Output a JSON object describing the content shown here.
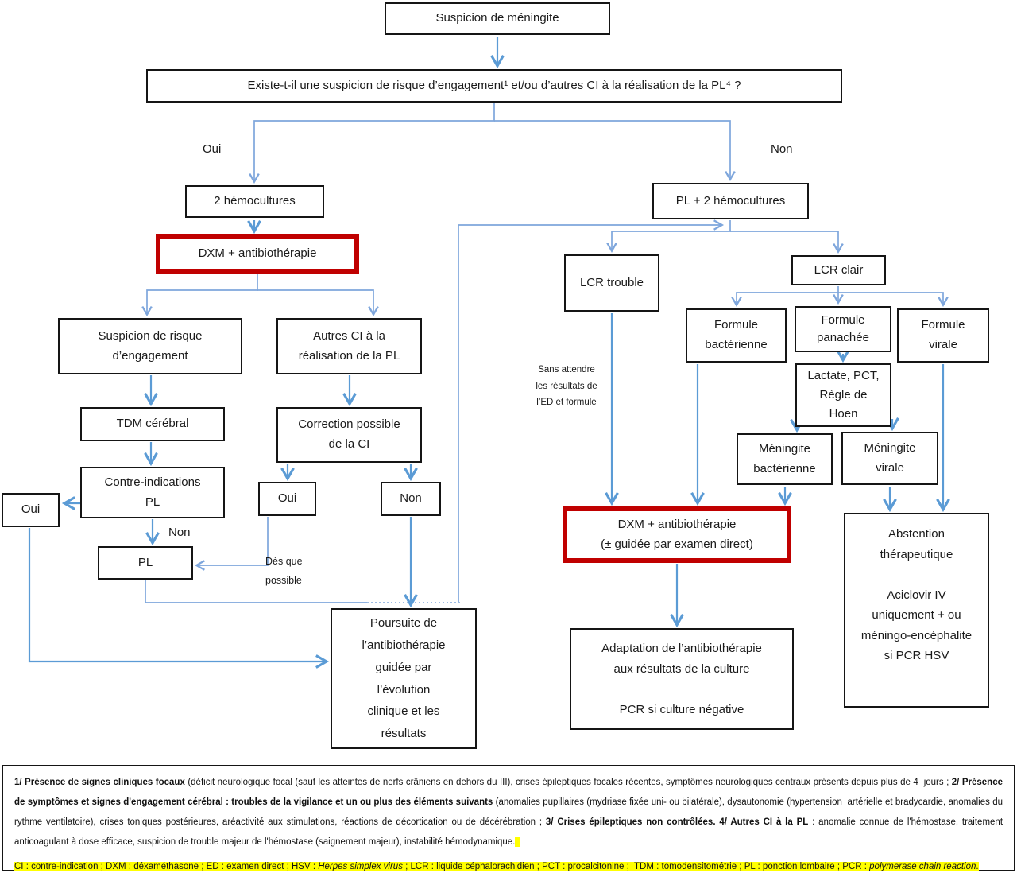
{
  "colors": {
    "arrow": "#5B9BD5",
    "arrow_light": "#7EA6DC",
    "alert_border": "#C00000",
    "box_border": "#151515",
    "highlight": "#FFFF00"
  },
  "nodes": {
    "suspicion": {
      "text": "Suspicion de méningite"
    },
    "question": {
      "text": "Existe-t-il une suspicion de risque d’engagement¹ et/ou d’autres CI à la réalisation de la PL⁴ ?"
    },
    "hemocultures2": {
      "text": "2 hémocultures"
    },
    "dxm1": {
      "text": "DXM + antibiothérapie"
    },
    "suspicion_risque": {
      "text": "Suspicion de risque\nd’engagement"
    },
    "autres_ci": {
      "text": "Autres CI à la\nréalisation de la PL"
    },
    "tdm": {
      "text": "TDM cérébral"
    },
    "correction": {
      "text": "Correction possible\nde la CI"
    },
    "contre_indications": {
      "text": "Contre-indications\nPL"
    },
    "oui_left": {
      "text": "Oui"
    },
    "oui_mid": {
      "text": "Oui"
    },
    "non_right": {
      "text": "Non"
    },
    "pl": {
      "text": "PL"
    },
    "poursuite": {
      "text": "Poursuite de\nl’antibiothérapie\nguidée par\nl’évolution\nclinique et les\nrésultats"
    },
    "pl2hemo": {
      "text": "PL + 2 hémocultures"
    },
    "lcr_trouble": {
      "text": "LCR trouble"
    },
    "lcr_clair": {
      "text": "LCR clair"
    },
    "formule_bact": {
      "text": "Formule\nbactérienne"
    },
    "formule_pan": {
      "text": "Formule\npanachée"
    },
    "formule_vir": {
      "text": "Formule\nvirale"
    },
    "lactate": {
      "text": "Lactate, PCT,\nRègle de\nHoen"
    },
    "meningite_bact": {
      "text": "Méningite\nbactérienne"
    },
    "meningite_vir": {
      "text": "Méningite\nvirale"
    },
    "dxm2": {
      "text": "DXM + antibiothérapie\n(± guidée par examen direct)"
    },
    "adaptation": {
      "text": "Adaptation de l’antibiothérapie\naux résultats de la culture\n\nPCR si culture négative"
    },
    "abstention": {
      "text": "Abstention\nthérapeutique\n\nAciclovir IV\nuniquement + ou\nméningo-encéphalite\nsi PCR HSV"
    }
  },
  "labels": {
    "oui_branch": "Oui",
    "non_branch": "Non",
    "non_pl": "Non",
    "des_que_possible": "Dès que\npossible",
    "sans_attendre": "Sans attendre\nles résultats de\nl’ED et formule"
  },
  "footnotes": {
    "para1": [
      {
        "b": 1,
        "t": "1/ Présence de signes cliniques focaux "
      },
      {
        "t": "(déficit neurologique focal (sauf les atteintes de nerfs crâniens en dehors du III), crises épileptiques focales récentes, symptômes neurologiques centraux présents depuis plus de 4  jours ; "
      },
      {
        "b": 1,
        "t": "2/ Présence de symptômes et signes d'engagement cérébral : troubles de la vigilance et un ou plus des éléments suivants "
      },
      {
        "t": "(anomalies pupillaires (mydriase fixée uni- ou bilatérale), dysautonomie (hypertension  artérielle et bradycardie, anomalies du rythme ventilatoire), crises toniques postérieures, aréactivité aux stimulations, réactions de décortication ou de décérébration ; "
      },
      {
        "b": 1,
        "t": "3/ Crises épileptiques non contrôlées. 4/ Autres CI à la PL"
      },
      {
        "t": " : anomalie connue de l'hémostase, traitement anticoagulant à dose efficace, suspicion de trouble majeur de l'hémostase (saignement majeur), instabilité hémodynamique."
      },
      {
        "hl": 1,
        "t": "  "
      }
    ],
    "abbreviations": [
      {
        "hl": 1,
        "t": "CI : contre-indication ; DXM : déxaméthasone ; ED : examen direct ; HSV : "
      },
      {
        "hl": 1,
        "i": 1,
        "t": "Herpes simplex virus"
      },
      {
        "hl": 1,
        "t": " ; LCR : liquide céphalorachidien ; PCT : procalcitonine ;  TDM : tomodensitométrie ; PL : ponction lombaire ; PCR : "
      },
      {
        "hl": 1,
        "i": 1,
        "t": "polymerase chain reaction"
      },
      {
        "hl": 1,
        "t": "."
      }
    ]
  }
}
